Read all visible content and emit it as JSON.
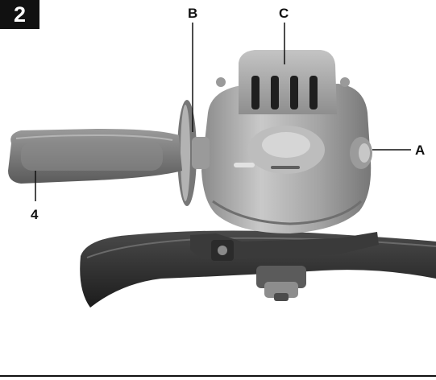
{
  "figure": {
    "number": "2"
  },
  "callouts": {
    "a": "A",
    "b": "B",
    "c": "C",
    "four": "4"
  },
  "colors": {
    "housing": "#a9a9a9",
    "housing_dark": "#6e6e6e",
    "handle": "#808080",
    "guard": "#2a2a2a",
    "ink": "#111111"
  }
}
